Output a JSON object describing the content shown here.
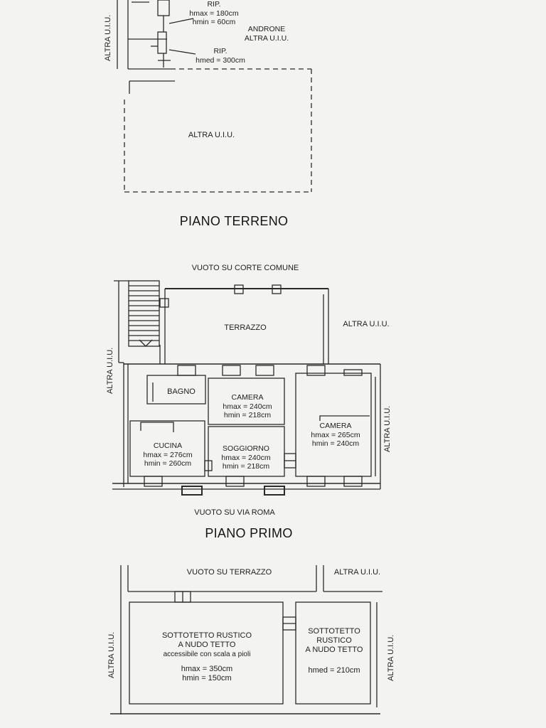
{
  "piano_terreno": {
    "title": "PIANO TERRENO",
    "altra_uiu_left": "ALTRA U.I.U.",
    "rip_1": {
      "label": "RIP.",
      "hmax": "hmax = 180cm",
      "hmin": "hmin = 60cm"
    },
    "androne": {
      "line1": "ANDRONE",
      "line2": "ALTRA U.I.U."
    },
    "rip_2": {
      "label": "RIP.",
      "hmed": "hmed = 300cm"
    },
    "altra_uiu_center": "ALTRA U.I.U."
  },
  "piano_primo": {
    "title": "PIANO PRIMO",
    "top_label": "VUOTO SU CORTE COMUNE",
    "bottom_label": "VUOTO SU VIA ROMA",
    "altra_uiu_left": "ALTRA U.I.U.",
    "altra_uiu_top_right": "ALTRA U.I.U.",
    "altra_uiu_right": "ALTRA U.I.U.",
    "terrazzo": "TERRAZZO",
    "bagno": "BAGNO",
    "camera_1": {
      "name": "CAMERA",
      "hmax": "hmax = 240cm",
      "hmin": "hmin = 218cm"
    },
    "camera_2": {
      "name": "CAMERA",
      "hmax": "hmax = 265cm",
      "hmin": "hmin = 240cm"
    },
    "cucina": {
      "name": "CUCINA",
      "hmax": "hmax = 276cm",
      "hmin": "hmin = 260cm"
    },
    "soggiorno": {
      "name": "SOGGIORNO",
      "hmax": "hmax = 240cm",
      "hmin": "hmin = 218cm"
    }
  },
  "sottotetto": {
    "top_label": "VUOTO SU TERRAZZO",
    "altra_uiu_top_right": "ALTRA U.I.U.",
    "altra_uiu_left": "ALTRA U.I.U.",
    "altra_uiu_right": "ALTRA U.I.U.",
    "room_1": {
      "line1": "SOTTOTETTO RUSTICO",
      "line2": "A NUDO TETTO",
      "line3": "accessibile con scala a pioli",
      "hmax": "hmax = 350cm",
      "hmin": "hmin = 150cm"
    },
    "room_2": {
      "line1": "SOTTOTETTO",
      "line2": "RUSTICO",
      "line3": "A NUDO TETTO",
      "hmed": "hmed = 210cm"
    }
  }
}
